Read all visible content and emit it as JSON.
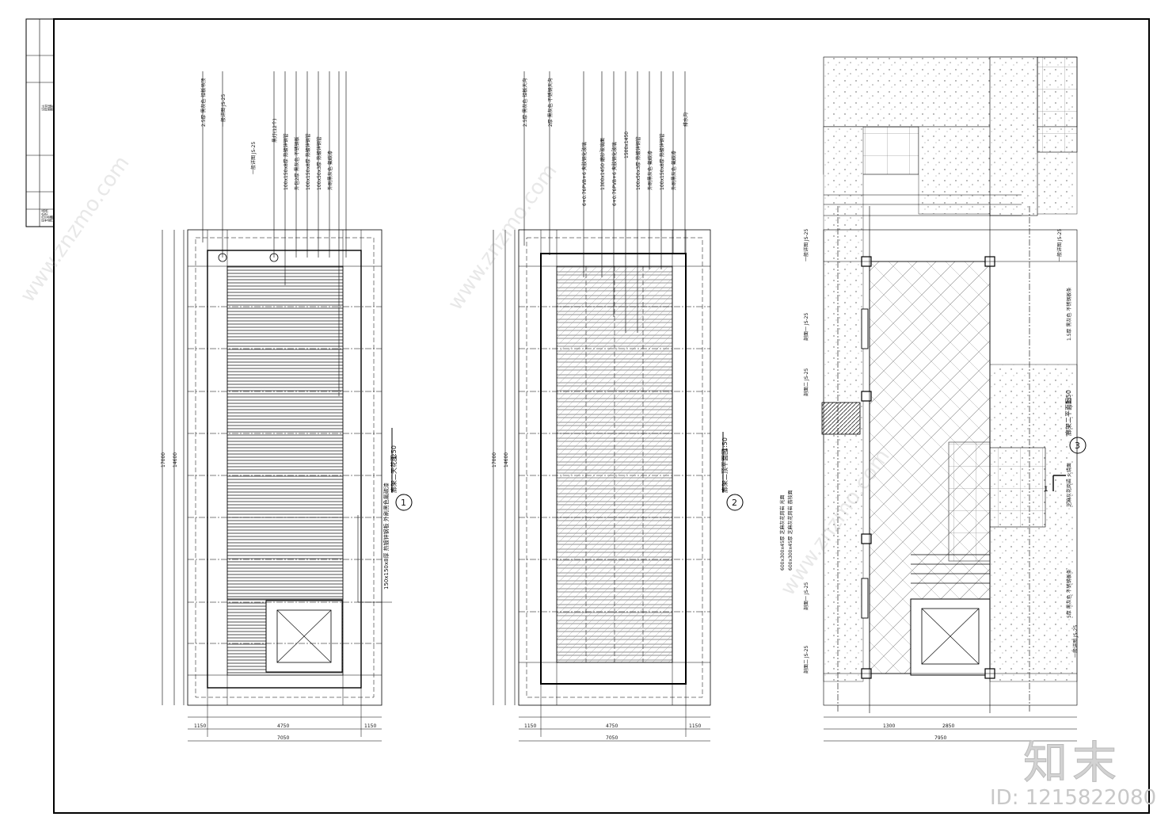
{
  "drawing": {
    "plan_1": {
      "number": "1",
      "title": "廊架二天花图",
      "scale": "1:50",
      "note": "150x150x8厚 热镀锌钢板\n外刷黑色氟碳漆",
      "callouts": [
        "2.5厚 黑灰色 铝板吊顶",
        "一般详图 JS-25",
        "一般详图 JS-25",
        "黑灯(12个)",
        "100x150x8厚 热镀锌钢管",
        "外包2厚 黑灰色 不锈钢板",
        "100x150x8厚 热镀锌钢管",
        "100x50x3厚 热镀锌钢管",
        "外刷黑灰色 氟碳漆"
      ],
      "dims_total_h": "17000",
      "dims_inner_h": "14600",
      "dims_bottom": [
        "7050",
        "4750",
        "1150",
        "1150"
      ]
    },
    "plan_2": {
      "number": "2",
      "title": "廊架二顶平面图",
      "scale": "1:50",
      "callouts": [
        "2.5厚 黑灰色 铝板天沟",
        "2厚 黑灰色 不锈钢天沟",
        "6+0.76PVB+6 夹胶钢化玻璃",
        "1300x1450 磨砂玻璃面",
        "6+0.76PVB+6 夹胶钢化玻璃",
        "1500x1450",
        "100x50x3厚 热镀锌钢管",
        "外刷黑灰色 氟碳漆",
        "100x150x8厚 热镀锌钢管",
        "外刷黑灰色 氟碳漆",
        "排水沟"
      ],
      "dims_total_h": "17000",
      "dims_inner_h": "14600",
      "dims_bottom": [
        "7050",
        "4750",
        "1150",
        "1150"
      ]
    },
    "plan_3": {
      "number": "3",
      "title": "廊架二平面图",
      "scale": "1:50",
      "callouts": [
        "一般详图 JS-25",
        "一般详图 JS-25",
        "剖面一 JS-25",
        "剖面二 JS-25",
        "1.5厚 黑灰色 不锈钢板条",
        "剖面一 JS-25",
        "一般详图 JS-25",
        "剖面二 JS-25",
        "5厚 黑灰色 不锈钢板条",
        "600x300x45厚 芝麻灰花岗岩 光面",
        "600x300x45厚 芝麻灰花岗岩 荔枝面",
        "芝麻灰花岗岩 火烧面"
      ],
      "dims_bottom": [
        "7950",
        "2850",
        "1300"
      ],
      "section_mark": "1"
    },
    "title_block": {
      "rows": [
        "设计",
        "校对",
        "审核",
        "审定",
        "项目负责",
        "专业负责",
        "图号",
        "日期"
      ]
    },
    "watermark": {
      "logo": "知末",
      "id": "ID: 1215822080",
      "url": "www.znzmo.com"
    }
  }
}
